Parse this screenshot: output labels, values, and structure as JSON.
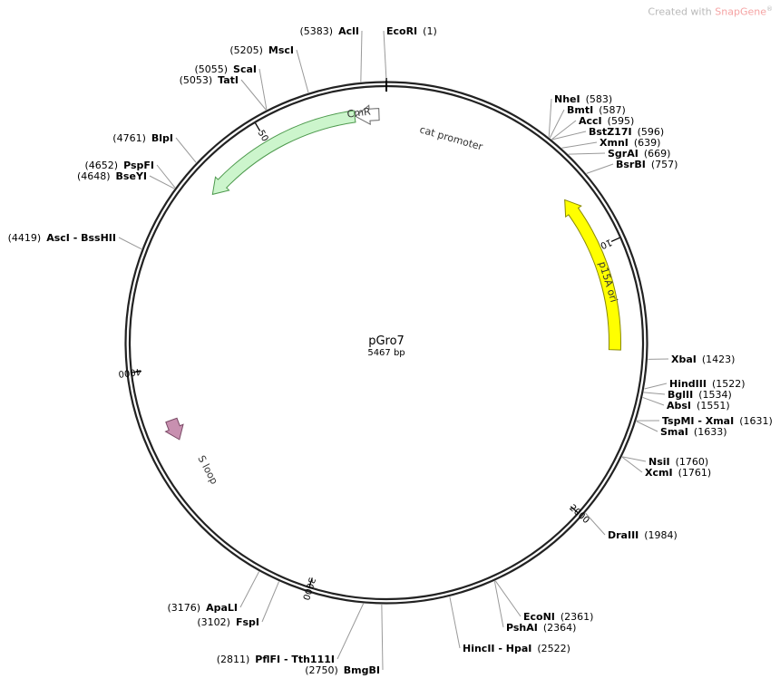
{
  "credit": {
    "prefix": "Created with ",
    "brand": "SnapGene",
    "mark": "®"
  },
  "plasmid": {
    "name": "pGro7",
    "size_label": "5467 bp",
    "length": 5467
  },
  "ticks": [
    {
      "pos": 1000,
      "label": "1000"
    },
    {
      "pos": 2000,
      "label": "2000"
    },
    {
      "pos": 3000,
      "label": "3000"
    },
    {
      "pos": 4000,
      "label": "4000"
    },
    {
      "pos": 5000,
      "label": "5000"
    }
  ],
  "features": [
    {
      "name": "CmR",
      "start": 4716,
      "end": 5347,
      "direction": "reverse",
      "color": "#ccf5cc",
      "stroke": "#4e9a4e"
    },
    {
      "name": "cat promoter",
      "start": 5350,
      "end": 5440,
      "direction": "reverse",
      "color": "#ffffff",
      "stroke": "#666666"
    },
    {
      "name": "p15A ori",
      "start": 780,
      "end": 1395,
      "direction": "reverse",
      "color": "#ffff00",
      "stroke": "#888800"
    },
    {
      "name": "S loop",
      "start": 3720,
      "end": 3800,
      "direction": "reverse",
      "color": "#c890b0",
      "stroke": "#7a4a66"
    }
  ],
  "sites": [
    {
      "name": "EcoRI",
      "pos": "(1)",
      "bp": 1
    },
    {
      "name": "AclI",
      "pos": "(5383)",
      "bp": 5383
    },
    {
      "name": "MscI",
      "pos": "(5205)",
      "bp": 5205
    },
    {
      "name": "ScaI",
      "pos": "(5055)",
      "bp": 5055
    },
    {
      "name": "TatI",
      "pos": "(5053)",
      "bp": 5053
    },
    {
      "name": "BlpI",
      "pos": "(4761)",
      "bp": 4761
    },
    {
      "name": "PspFI",
      "pos": "(4652)",
      "bp": 4652
    },
    {
      "name": "BseYI",
      "pos": "(4648)",
      "bp": 4648
    },
    {
      "name": "AscI - BssHII",
      "pos": "(4419)",
      "bp": 4419
    },
    {
      "name": "NheI",
      "pos": "(583)",
      "bp": 583
    },
    {
      "name": "BmtI",
      "pos": "(587)",
      "bp": 587
    },
    {
      "name": "AccI",
      "pos": "(595)",
      "bp": 595
    },
    {
      "name": "BstZ17I",
      "pos": "(596)",
      "bp": 596
    },
    {
      "name": "XmnI",
      "pos": "(639)",
      "bp": 639
    },
    {
      "name": "SgrAI",
      "pos": "(669)",
      "bp": 669
    },
    {
      "name": "BsrBI",
      "pos": "(757)",
      "bp": 757
    },
    {
      "name": "XbaI",
      "pos": "(1423)",
      "bp": 1423
    },
    {
      "name": "HindIII",
      "pos": "(1522)",
      "bp": 1522
    },
    {
      "name": "BglII",
      "pos": "(1534)",
      "bp": 1534
    },
    {
      "name": "AbsI",
      "pos": "(1551)",
      "bp": 1551
    },
    {
      "name": "TspMI - XmaI",
      "pos": "(1631)",
      "bp": 1631
    },
    {
      "name": "SmaI",
      "pos": "(1633)",
      "bp": 1633
    },
    {
      "name": "NsiI",
      "pos": "(1760)",
      "bp": 1760
    },
    {
      "name": "XcmI",
      "pos": "(1761)",
      "bp": 1761
    },
    {
      "name": "DraIII",
      "pos": "(1984)",
      "bp": 1984
    },
    {
      "name": "EcoNI",
      "pos": "(2361)",
      "bp": 2361
    },
    {
      "name": "PshAI",
      "pos": "(2364)",
      "bp": 2364
    },
    {
      "name": "HincII - HpaI",
      "pos": "(2522)",
      "bp": 2522
    },
    {
      "name": "BmgBI",
      "pos": "(2750)",
      "bp": 2750
    },
    {
      "name": "PflFI - Tth111I",
      "pos": "(2811)",
      "bp": 2811
    },
    {
      "name": "FspI",
      "pos": "(3102)",
      "bp": 3102
    },
    {
      "name": "ApaLI",
      "pos": "(3176)",
      "bp": 3176
    }
  ]
}
